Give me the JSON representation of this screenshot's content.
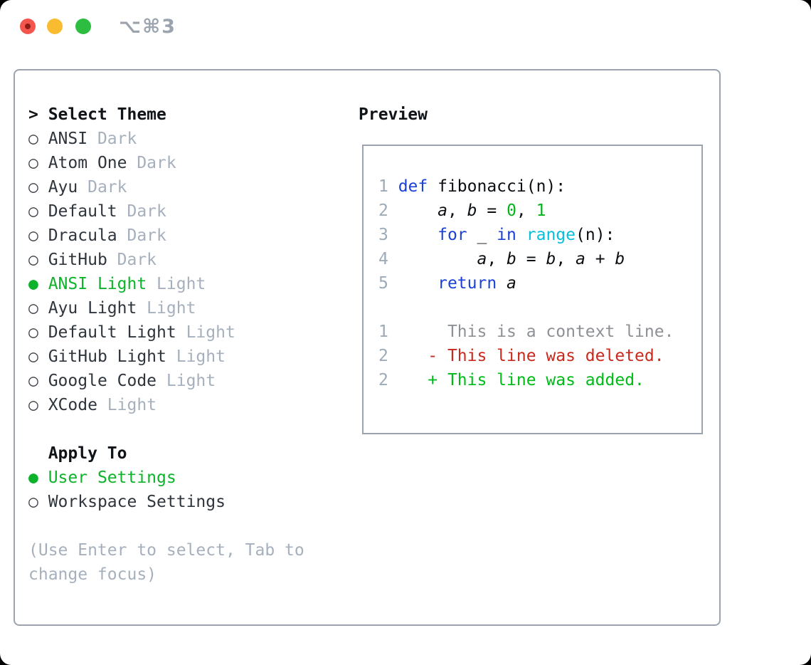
{
  "window": {
    "title": "⌥⌘3",
    "traffic_lights": [
      "close",
      "minimize",
      "zoom"
    ]
  },
  "markers": {
    "heading": ">",
    "radio_unselected": "○",
    "radio_selected": "●"
  },
  "theme_picker": {
    "heading": "Select Theme",
    "themes": [
      {
        "name": "ANSI",
        "variant": "Dark",
        "selected": false
      },
      {
        "name": "Atom One",
        "variant": "Dark",
        "selected": false
      },
      {
        "name": "Ayu",
        "variant": "Dark",
        "selected": false
      },
      {
        "name": "Default",
        "variant": "Dark",
        "selected": false
      },
      {
        "name": "Dracula",
        "variant": "Dark",
        "selected": false
      },
      {
        "name": "GitHub",
        "variant": "Dark",
        "selected": false
      },
      {
        "name": "ANSI Light",
        "variant": "Light",
        "selected": true
      },
      {
        "name": "Ayu Light",
        "variant": "Light",
        "selected": false
      },
      {
        "name": "Default Light",
        "variant": "Light",
        "selected": false
      },
      {
        "name": "GitHub Light",
        "variant": "Light",
        "selected": false
      },
      {
        "name": "Google Code",
        "variant": "Light",
        "selected": false
      },
      {
        "name": "XCode",
        "variant": "Light",
        "selected": false
      }
    ],
    "apply_to": {
      "heading": "Apply To",
      "options": [
        {
          "label": "User Settings",
          "selected": true
        },
        {
          "label": "Workspace Settings",
          "selected": false
        }
      ]
    },
    "hint": "(Use Enter to select, Tab to change focus)"
  },
  "preview": {
    "heading": "Preview",
    "code_lines": [
      {
        "num": "1",
        "tokens": [
          {
            "t": "def",
            "c": "kw"
          },
          {
            "t": " fibonacci(n):",
            "c": "pl"
          }
        ]
      },
      {
        "num": "2",
        "tokens": [
          {
            "t": "    ",
            "c": "pl"
          },
          {
            "t": "a",
            "c": "var"
          },
          {
            "t": ", ",
            "c": "pl"
          },
          {
            "t": "b",
            "c": "var"
          },
          {
            "t": " = ",
            "c": "pl"
          },
          {
            "t": "0",
            "c": "num"
          },
          {
            "t": ", ",
            "c": "pl"
          },
          {
            "t": "1",
            "c": "num"
          }
        ]
      },
      {
        "num": "3",
        "tokens": [
          {
            "t": "    ",
            "c": "pl"
          },
          {
            "t": "for",
            "c": "kw"
          },
          {
            "t": " _ ",
            "c": "pl"
          },
          {
            "t": "in",
            "c": "kw"
          },
          {
            "t": " ",
            "c": "pl"
          },
          {
            "t": "range",
            "c": "builtin"
          },
          {
            "t": "(n):",
            "c": "pl"
          }
        ]
      },
      {
        "num": "4",
        "tokens": [
          {
            "t": "        ",
            "c": "pl"
          },
          {
            "t": "a",
            "c": "var"
          },
          {
            "t": ", ",
            "c": "pl"
          },
          {
            "t": "b",
            "c": "var"
          },
          {
            "t": " = ",
            "c": "pl"
          },
          {
            "t": "b",
            "c": "var"
          },
          {
            "t": ", ",
            "c": "pl"
          },
          {
            "t": "a",
            "c": "var"
          },
          {
            "t": " + ",
            "c": "pl"
          },
          {
            "t": "b",
            "c": "var"
          }
        ]
      },
      {
        "num": "5",
        "tokens": [
          {
            "t": "    ",
            "c": "pl"
          },
          {
            "t": "return",
            "c": "kw"
          },
          {
            "t": " ",
            "c": "pl"
          },
          {
            "t": "a",
            "c": "var"
          }
        ]
      }
    ],
    "diff_lines": [
      {
        "num": "1",
        "marker": " ",
        "text": "This is a context line.",
        "kind": "context"
      },
      {
        "num": "2",
        "marker": "-",
        "text": "This line was deleted.",
        "kind": "deleted"
      },
      {
        "num": "2",
        "marker": "+",
        "text": "This line was added.",
        "kind": "added"
      }
    ]
  },
  "colors": {
    "ui_green": "#0db32a",
    "diff_green": "#00bb17",
    "diff_red": "#c9281c",
    "keyword_blue": "#1b41d8",
    "builtin_cyan": "#07bfda",
    "number_green": "#04b41c",
    "border_gray": "#9aa3ae",
    "muted_gray": "#a6b0bd",
    "lineno_gray": "#9daab8",
    "context_gray": "#8d9196",
    "name_ink": "#2f353c",
    "title_gray": "#9ba3ad",
    "traffic_red": "#f4564e",
    "traffic_yellow": "#f9bc31",
    "traffic_green": "#2dbd41"
  }
}
